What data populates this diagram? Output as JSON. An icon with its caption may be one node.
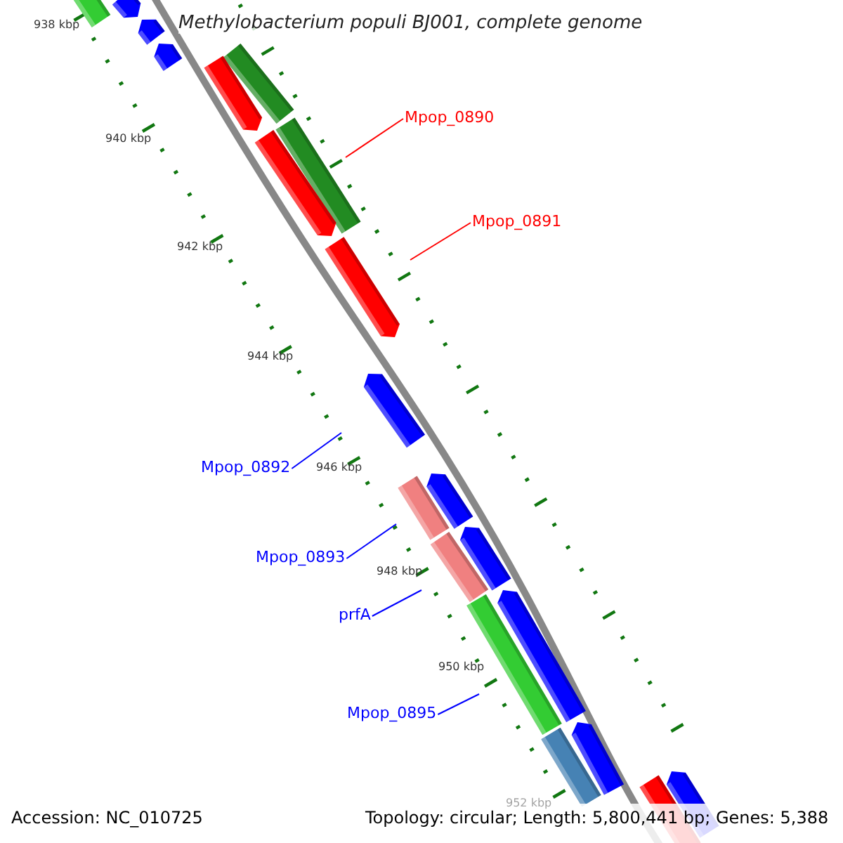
{
  "diagram": {
    "title": "Methylobacterium populi BJ001, complete genome",
    "nodes": [
      {
        "text": [
          "Mpop_0890"
        ]
      },
      {
        "text": [
          "Mpop_0891"
        ]
      },
      {
        "text": [
          "Mpop_0892"
        ]
      },
      {
        "text": [
          "Mpop_0893"
        ]
      },
      {
        "text": [
          "prfA"
        ]
      },
      {
        "text": [
          "Mpop_0895"
        ]
      }
    ],
    "edges": [
      {
        "from": 0,
        "to": null,
        "arrow": "none",
        "color": "#ff0000"
      },
      {
        "from": 1,
        "to": null,
        "arrow": "none",
        "color": "#ff0000"
      },
      {
        "from": 2,
        "to": null,
        "arrow": "none"
      },
      {
        "from": 3,
        "to": null,
        "arrow": "none"
      },
      {
        "from": 4,
        "to": null,
        "arrow": "none"
      },
      {
        "from": 5,
        "to": null,
        "arrow": "none"
      }
    ],
    "labels": [
      "938 kbp",
      "940 kbp",
      "942 kbp",
      "944 kbp",
      "946 kbp",
      "948 kbp",
      "950 kbp",
      "952 kbp",
      "Accession: NC_010725",
      "Topology: circular; Length: 5,800,441 bp; Genes: 5,388"
    ]
  }
}
